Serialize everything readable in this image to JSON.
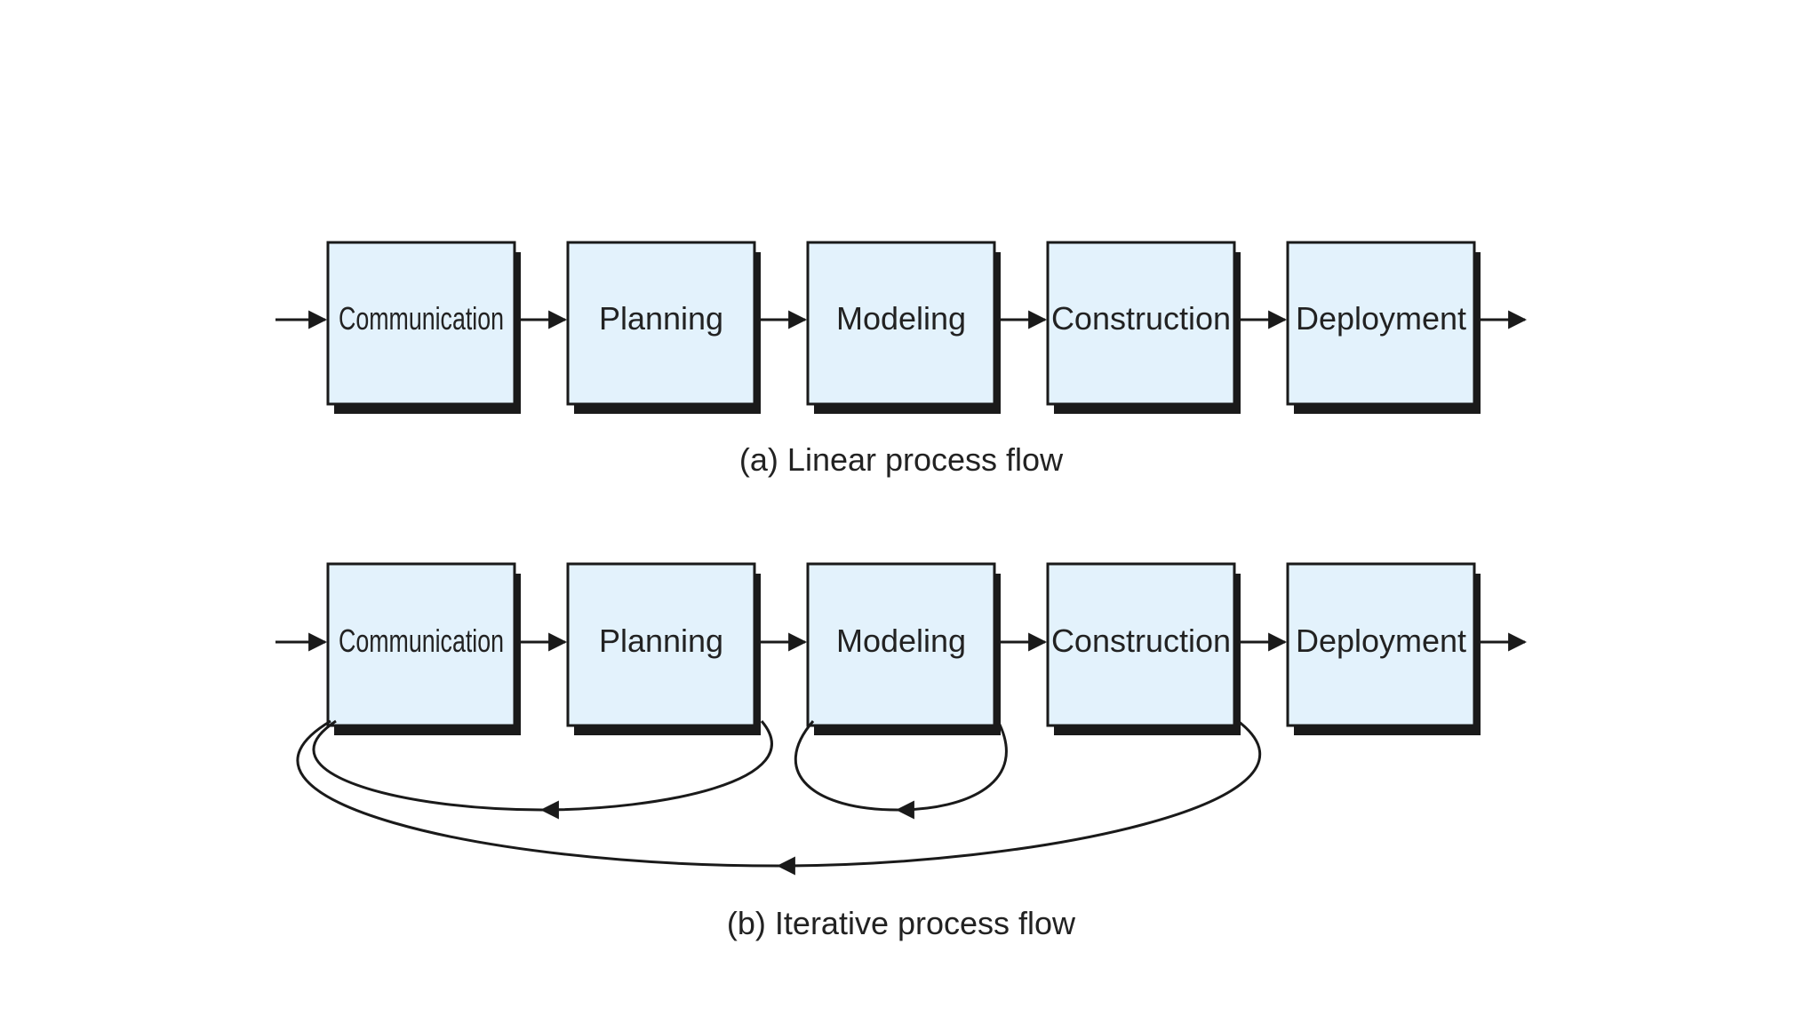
{
  "colors": {
    "box_fill": "#e3f2fc",
    "box_stroke": "#1a1a1a",
    "shadow": "#1a1a1a",
    "arrow": "#1a1a1a",
    "text": "#222222"
  },
  "diagrams": [
    {
      "id": "linear",
      "caption": "(a) Linear process flow",
      "stages": [
        "Communication",
        "Planning",
        "Modeling",
        "Construction",
        "Deployment"
      ]
    },
    {
      "id": "iterative",
      "caption": "(b) Iterative process flow",
      "stages": [
        "Communication",
        "Planning",
        "Modeling",
        "Construction",
        "Deployment"
      ],
      "feedback_loops": [
        {
          "from": "Planning",
          "to": "Communication"
        },
        {
          "from": "Modeling",
          "to": "Modeling"
        },
        {
          "from": "Construction",
          "to": "Communication"
        }
      ]
    }
  ]
}
